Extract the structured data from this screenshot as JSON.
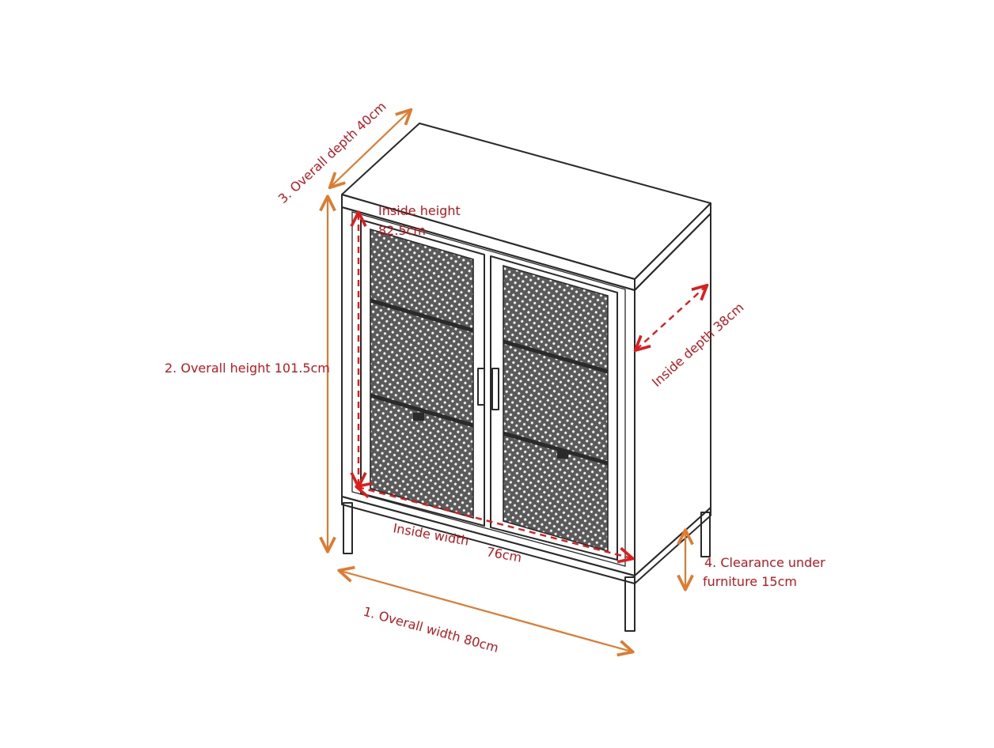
{
  "labels": {
    "overall_width": "1.  Overall width 80cm",
    "overall_height": "2.  Overall height 101.5cm",
    "overall_depth": "3. Overall depth 40cm",
    "clearance_line1": "4. Clearance under",
    "clearance_line2": "furniture 15cm",
    "inside_height_line1": "Inside height",
    "inside_height_line2": "82.5cm",
    "inside_depth": "Inside depth 38cm",
    "inside_width_label": "Inside width",
    "inside_width_value": "76cm"
  },
  "colors": {
    "label_text": "#c4161c",
    "overall_arrows": "#e07a2e",
    "inside_arrows": "#e01b1b",
    "outline": "#2a2a2a"
  }
}
